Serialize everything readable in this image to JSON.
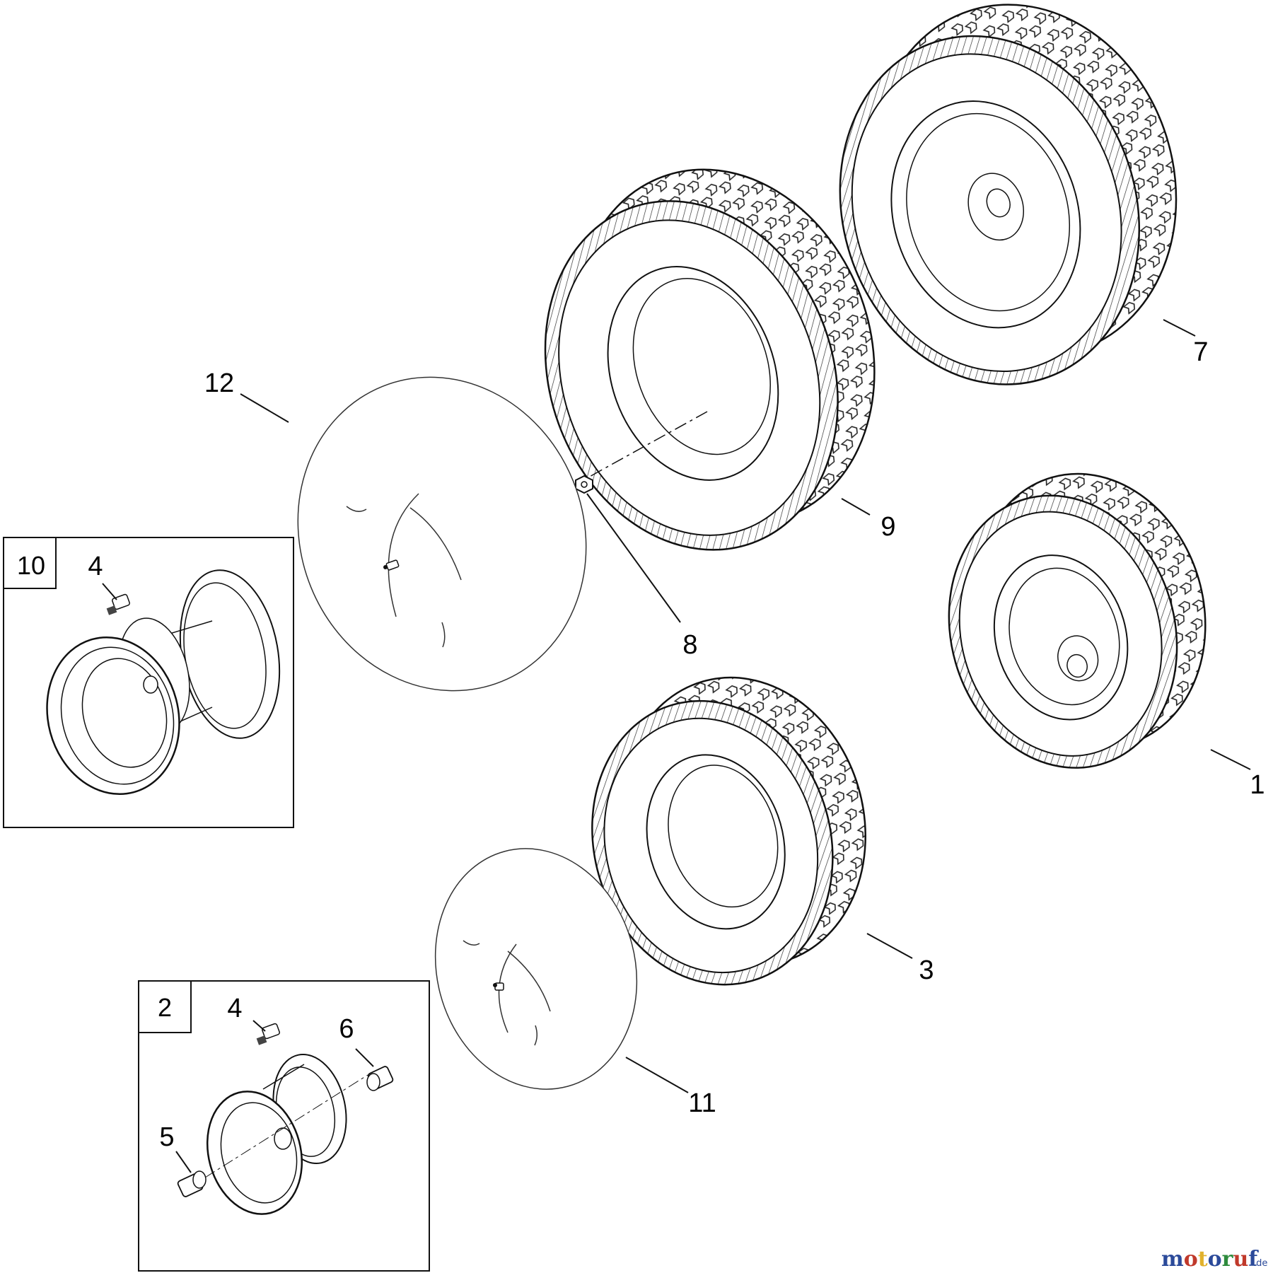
{
  "diagram": {
    "callouts": {
      "n1": "1",
      "n2": "2",
      "n3": "3",
      "n4a": "4",
      "n4b": "4",
      "n5": "5",
      "n6": "6",
      "n7": "7",
      "n8": "8",
      "n9": "9",
      "n10": "10",
      "n11": "11",
      "n12": "12"
    },
    "parts": [
      {
        "callout": "1",
        "icon": "tire-wheel-assembly-icon"
      },
      {
        "callout": "2",
        "icon": "front-wheel-rim-icon"
      },
      {
        "callout": "3",
        "icon": "front-tire-icon"
      },
      {
        "callout": "4",
        "icon": "valve-stem-icon"
      },
      {
        "callout": "5",
        "icon": "bushing-icon"
      },
      {
        "callout": "6",
        "icon": "bushing-icon"
      },
      {
        "callout": "7",
        "icon": "tire-wheel-assembly-icon"
      },
      {
        "callout": "8",
        "icon": "nut-icon"
      },
      {
        "callout": "9",
        "icon": "rear-tire-icon"
      },
      {
        "callout": "10",
        "icon": "rear-wheel-rim-icon"
      },
      {
        "callout": "11",
        "icon": "inner-tube-icon"
      },
      {
        "callout": "12",
        "icon": "inner-tube-icon"
      }
    ]
  },
  "watermark": {
    "brand": "motoruf",
    "suffix": ".de",
    "colors": [
      "#2b4a9a",
      "#c0392b",
      "#e1b12c",
      "#2b4a9a",
      "#2e8b3d",
      "#c0392b",
      "#2b4a9a"
    ]
  }
}
